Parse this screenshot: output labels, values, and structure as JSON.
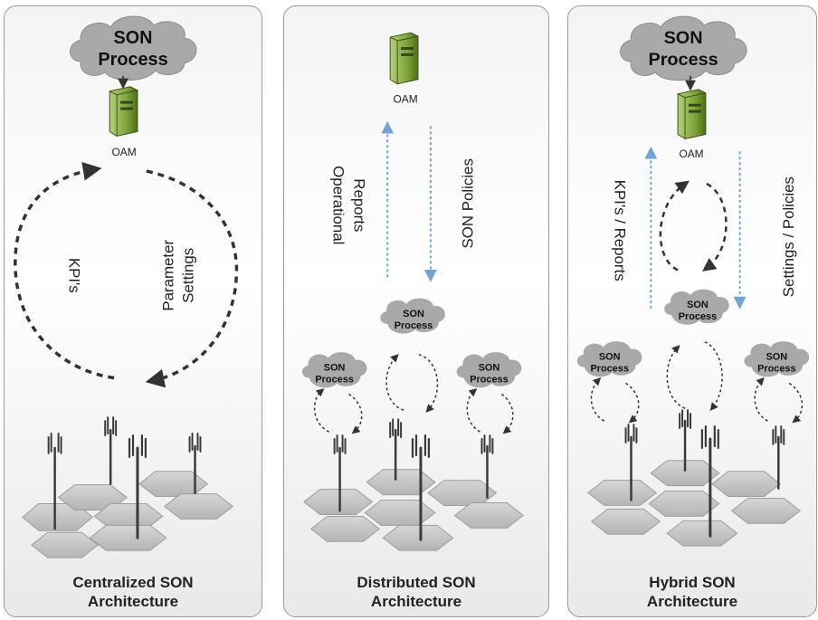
{
  "panels": [
    {
      "title_line1": "Centralized SON",
      "title_line2": "Architecture",
      "cloud": {
        "line1": "SON",
        "line2": "Process"
      },
      "server_label": "OAM",
      "left_label": "KPI's",
      "right_label_line1": "Parameter",
      "right_label_line2": "Settings"
    },
    {
      "title_line1": "Distributed SON",
      "title_line2": "Architecture",
      "server_label": "OAM",
      "left_label_line1": "Operational",
      "left_label_line2": "Reports",
      "right_label": "SON Policies",
      "local_clouds": [
        {
          "line1": "SON",
          "line2": "Process"
        },
        {
          "line1": "SON",
          "line2": "Process"
        },
        {
          "line1": "SON",
          "line2": "Process"
        }
      ]
    },
    {
      "title_line1": "Hybrid SON",
      "title_line2": "Architecture",
      "cloud": {
        "line1": "SON",
        "line2": "Process"
      },
      "server_label": "OAM",
      "left_label": "KPI's / Reports",
      "right_label": "Settings / Policies",
      "local_clouds": [
        {
          "line1": "SON",
          "line2": "Process"
        },
        {
          "line1": "SON",
          "line2": "Process"
        },
        {
          "line1": "SON",
          "line2": "Process"
        }
      ]
    }
  ],
  "colors": {
    "cloud": "#a9a9ab",
    "server_green": "#7ea53a",
    "hexagon": "#c4c4c4",
    "arrow_dark": "#333333",
    "arrow_blue": "#6fa4d8"
  }
}
